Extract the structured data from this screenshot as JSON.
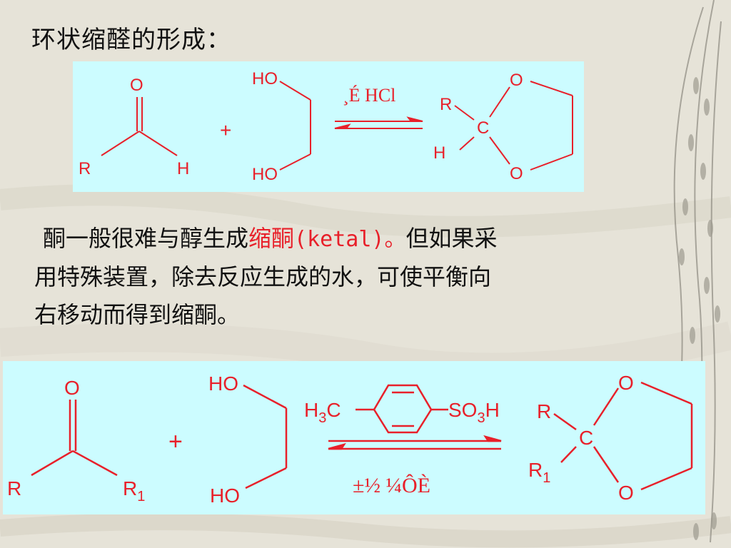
{
  "title": "环状缩醛的形成：",
  "top_scheme": {
    "carbonyl": {
      "o": "O",
      "r": "R",
      "h": "H"
    },
    "plus": "+",
    "diol": {
      "ho_top": "HO",
      "ho_bottom": "HO"
    },
    "condition": "¸É HCl",
    "product": {
      "o_top": "O",
      "o_bottom": "O",
      "r": "R",
      "c": "C",
      "h": "H"
    }
  },
  "paragraph": {
    "line1_a": "酮一般很难与醇生成",
    "line1_accent_cn": "缩酮",
    "line1_accent_en": "(ketal)。",
    "line1_b": "但如果采",
    "line2": "用特殊装置，除去反应生成的水，可使平衡向",
    "line3": "右移动而得到缩酮。"
  },
  "bottom_scheme": {
    "ketone": {
      "o": "O",
      "r": "R",
      "r1": "R",
      "r1_sub": "1"
    },
    "plus": "+",
    "diol": {
      "ho_top": "HO",
      "ho_bottom": "HO"
    },
    "catalyst": {
      "h": "H",
      "h_sub": "3",
      "c": "C",
      "so": "SO",
      "so_sub": "3",
      "h2": "H"
    },
    "condition_below": "±½   ¼ÔÈ",
    "product": {
      "o_top": "O",
      "o_bottom": "O",
      "r": "R",
      "c": "C",
      "r1": "R",
      "r1_sub": "1"
    }
  },
  "colors": {
    "panel_bg": "#ccfcff",
    "accent": "#e8202a",
    "page_bg": "#e7e4d9"
  }
}
